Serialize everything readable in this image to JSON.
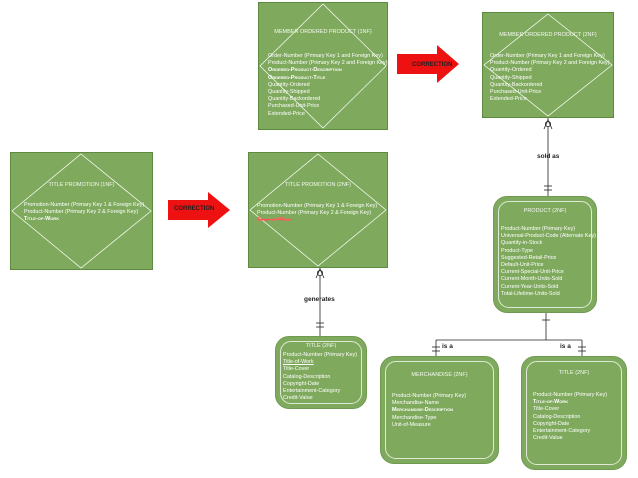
{
  "arrow_label": "CORRECTION",
  "relationships": {
    "sold_as": "sold as",
    "generates": "generates",
    "is_a_left": "is a",
    "is_a_right": "is a"
  },
  "entities": {
    "mop_1nf": {
      "title": "MEMBER ORDERED PRODUCT (1NF)",
      "attrs": [
        "Order-Number (Primary Key 1 and Foreign Key)",
        "Product-Number (Primary Key 2 and Foreign Key)",
        "Ordered-Product-Description",
        "Ordered-Product-Title",
        "Quantity-Ordered",
        "Quantity-Shipped",
        "Quantity-Backordered",
        "Purchased-Unit-Price",
        "Extended-Price"
      ]
    },
    "mop_2nf": {
      "title": "MEMBER ORDERED PRODUCT (2NF)",
      "attrs": [
        "Order-Number (Primary Key 1 and Foreign Key)",
        "Product-Number (Primary Key 2 and Foreign Key)",
        "Quantity-Ordered",
        "Quantity-Shipped",
        "Quantity-Backordered",
        "Purchased-Unit-Price",
        "Extended-Price"
      ]
    },
    "tp_1nf": {
      "title": "TITLE PROMOTION (1NF)",
      "attrs": [
        "Promotion-Number (Primary Key 1 & Foreign Key)",
        "Product-Number (Primary Key 2 & Foreign Key)",
        "Title-of-Work"
      ]
    },
    "tp_2nf": {
      "title": "TITLE PROMOTION (2NF)",
      "attrs": [
        "Promotion-Number (Primary Key 1 & Foreign Key)",
        "Product-Number (Primary Key 2 & Foreign Key)",
        "Title-of-Work"
      ]
    },
    "product_2nf": {
      "title": "PRODUCT (2NF)",
      "attrs": [
        "Product-Number (Primary Key)",
        "Universal-Product-Code (Alternate Key)",
        "Quantity-in-Stock",
        "Product-Type",
        "Suggested-Retail-Price",
        "Default-Unit-Price",
        "Current-Special-Unit-Price",
        "Current-Month-Units-Sold",
        "Current-Year-Units-Sold",
        "Total-Lifetime-Units-Sold"
      ]
    },
    "title_small": {
      "title": "TITLE (2NF)",
      "attrs": [
        "Product-Number (Primary Key)",
        "Title-of-Work",
        "Title-Cover",
        "Catalog-Description",
        "Copyright-Date",
        "Entertainment-Category",
        "Credit-Value"
      ]
    },
    "merchandise_2nf": {
      "title": "MERCHANDISE (2NF)",
      "attrs": [
        "Product-Number (Primary Key)",
        "Merchandise-Name",
        "Merchandise-Description",
        "Merchandise-Type",
        "Unit-of-Measure"
      ]
    },
    "title_right": {
      "title": "TITLE (2NF)",
      "attrs": [
        "Product-Number (Primary Key)",
        "Title-of-Work",
        "Title-Cover",
        "Catalog-Description",
        "Copyright-Date",
        "Entertainment-Category",
        "Credit-Value"
      ]
    }
  },
  "colors": {
    "entity_fill": "#7faa5e",
    "arrow_fill": "#ee1111",
    "strike": "#ff5a5a"
  },
  "icons": [
    "diamond-shape",
    "crow-foot-notation",
    "correction-arrow"
  ]
}
